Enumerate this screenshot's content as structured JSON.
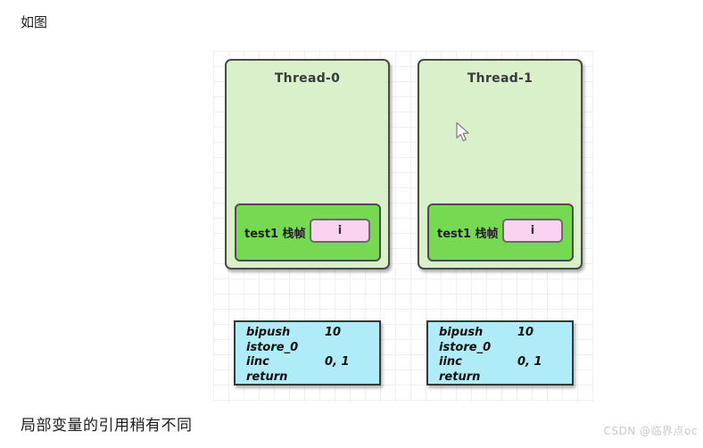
{
  "page": {
    "top_caption": "如图",
    "bottom_caption": "局部变量的引用稍有不同",
    "watermark": "CSDN @临界点oc"
  },
  "threads": [
    {
      "title": "Thread-0",
      "frame_label": "test1 栈帧",
      "variable": "i"
    },
    {
      "title": "Thread-1",
      "frame_label": "test1 栈帧",
      "variable": "i"
    }
  ],
  "bytecode": {
    "lines": [
      {
        "instruction": "bipush",
        "operand": "10"
      },
      {
        "instruction": "istore_0",
        "operand": ""
      },
      {
        "instruction": "iinc",
        "operand": "0, 1"
      },
      {
        "instruction": "return",
        "operand": ""
      }
    ]
  },
  "icons": {
    "cursor": "arrow-pointer-icon"
  },
  "colors": {
    "thread_fill": "#d9f0cb",
    "stack_frame_fill": "#77d952",
    "variable_fill": "#fad3f1",
    "code_fill": "#b0ebf8",
    "border": "#4a4a4a",
    "grid_line": "#f5eef3",
    "watermark_text": "#c9c9c9"
  }
}
